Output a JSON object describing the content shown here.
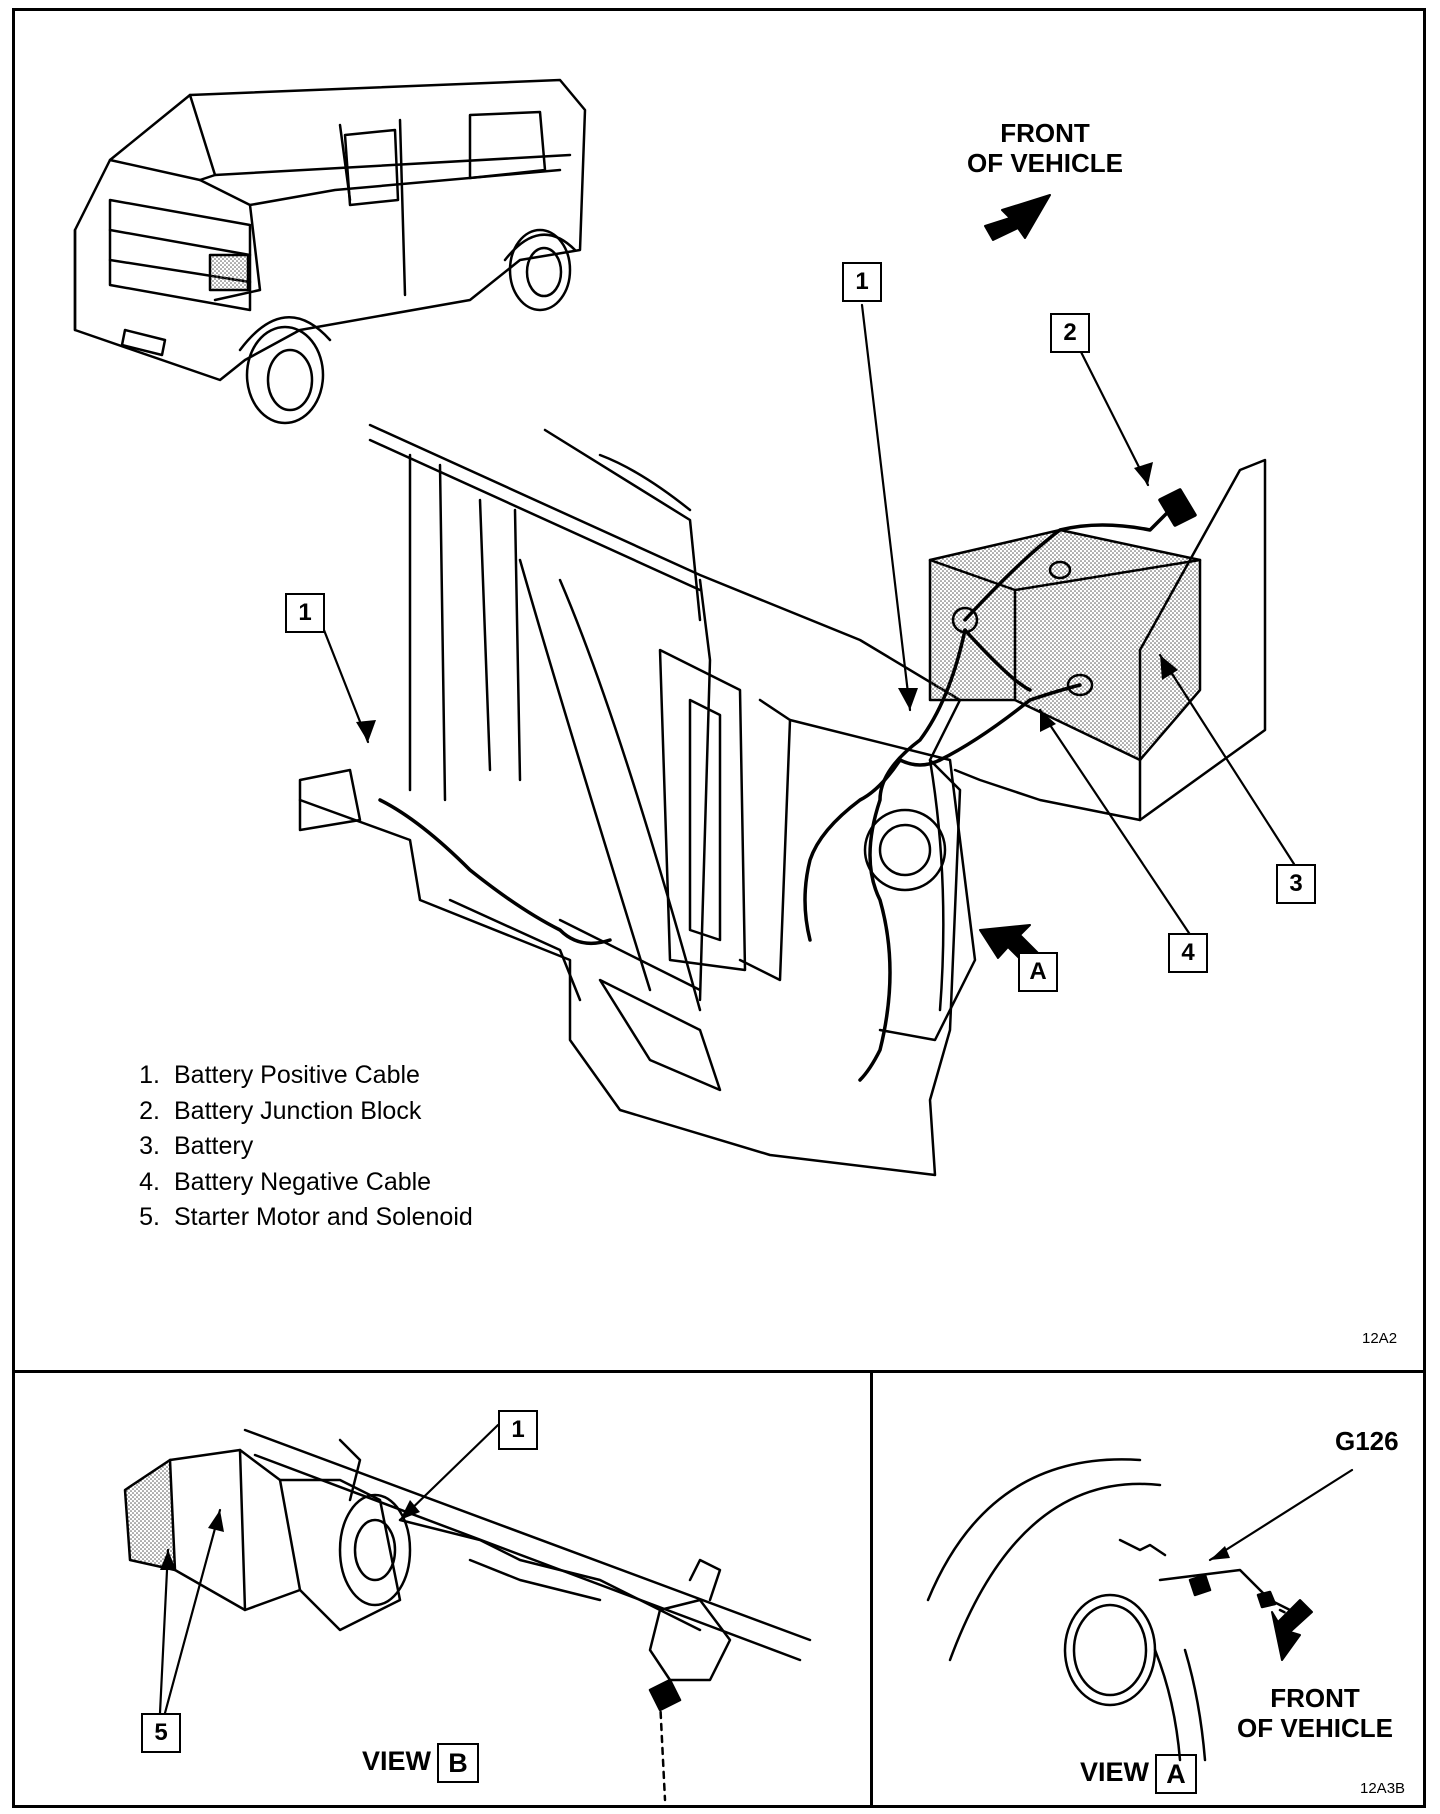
{
  "diagram": {
    "front_label_line1": "FRONT",
    "front_label_line2": "OF VEHICLE",
    "callouts": {
      "positive_cable_upper": "1",
      "junction_block": "2",
      "battery": "3",
      "negative_cable": "4",
      "positive_cable_left": "1",
      "view_a_marker": "A",
      "positive_cable_view_b": "1",
      "starter_motor": "5"
    },
    "legend": [
      {
        "num": "1.",
        "text": "Battery Positive Cable"
      },
      {
        "num": "2.",
        "text": "Battery Junction Block"
      },
      {
        "num": "3.",
        "text": "Battery"
      },
      {
        "num": "4.",
        "text": "Battery Negative Cable"
      },
      {
        "num": "5.",
        "text": "Starter Motor and Solenoid"
      }
    ],
    "figure_code_main": "12A2",
    "figure_code_views": "12A3B",
    "view_b": {
      "label": "VIEW",
      "marker": "B"
    },
    "view_a": {
      "label": "VIEW",
      "marker": "A",
      "ground_label": "G126",
      "front_line1": "FRONT",
      "front_line2": "OF VEHICLE"
    }
  }
}
